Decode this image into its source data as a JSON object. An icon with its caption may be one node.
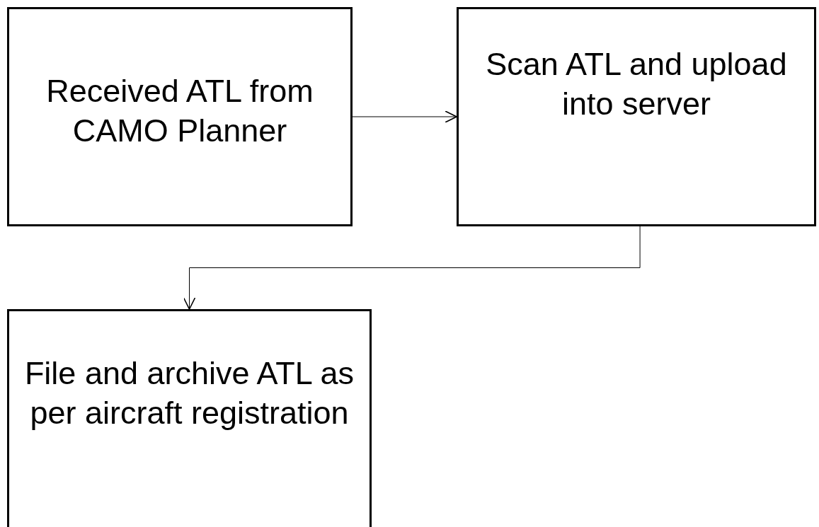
{
  "diagram": {
    "nodes": [
      {
        "text": [
          "Received ATL from CAMO Planner"
        ]
      },
      {
        "text": [
          "Scan ATL and upload into server"
        ]
      },
      {
        "text": [
          "File and archive ATL as per aircraft registration"
        ]
      }
    ],
    "edges": [
      {
        "from": 0,
        "to": 1,
        "arrow": "to"
      },
      {
        "from": 1,
        "to": 2,
        "arrow": "to"
      }
    ]
  }
}
